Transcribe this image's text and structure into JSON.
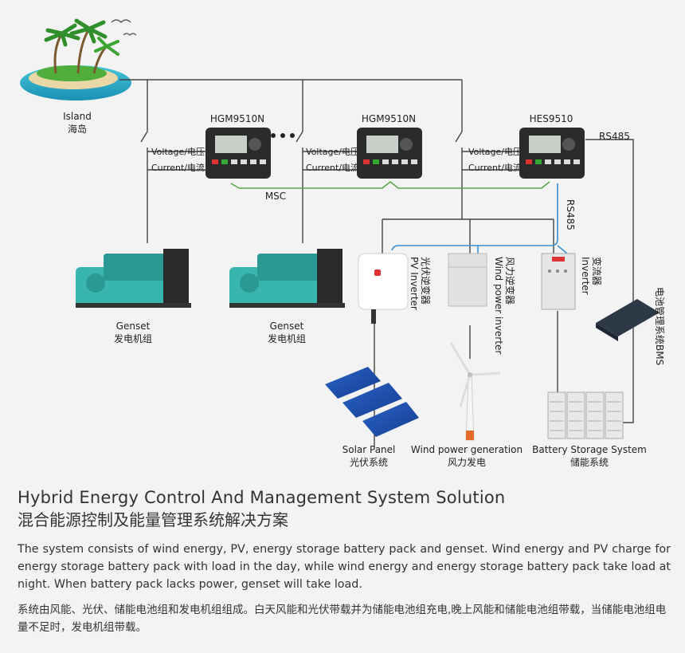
{
  "island": {
    "label_en": "Island",
    "label_cn": "海岛"
  },
  "controllers": [
    {
      "name": "HGM9510N",
      "voltage": "Voltage/电压",
      "current": "Current/电流"
    },
    {
      "name": "HGM9510N",
      "voltage": "Voltage/电压",
      "current": "Current/电流"
    },
    {
      "name": "HES9510",
      "voltage": "Voltage/电压",
      "current": "Current/电流"
    }
  ],
  "links": {
    "msc": "MSC",
    "rs485_a": "RS485",
    "rs485_b": "RS485"
  },
  "gensets": [
    {
      "label_en": "Genset",
      "label_cn": "发电机组"
    },
    {
      "label_en": "Genset",
      "label_cn": "发电机组"
    }
  ],
  "devices": {
    "pv_inverter": {
      "cn": "光伏逆变器",
      "en": "PV Inverter"
    },
    "wind_inverter": {
      "cn": "风力逆变器",
      "en": "Wind power inverter"
    },
    "inverter": {
      "cn": "变流器",
      "en": "Inverter"
    },
    "bms": {
      "cn": "电池管理系统BMS"
    }
  },
  "sources": {
    "solar": {
      "en": "Solar Panel",
      "cn": "光伏系统"
    },
    "wind": {
      "en": "Wind power generation",
      "cn": "风力发电"
    },
    "battery": {
      "en": "Battery Storage System",
      "cn": "储能系统"
    }
  },
  "heading": {
    "title_en": "Hybrid Energy Control And Management System Solution",
    "title_cn": "混合能源控制及能量管理系统解决方案"
  },
  "description": {
    "en": "The system consists of wind energy, PV, energy storage battery pack and genset. Wind energy and PV charge for energy storage battery pack with load in the day, while wind energy and energy storage battery pack take load at night. When battery pack lacks power, genset will take load.",
    "cn": "系统由风能、光伏、储能电池组和发电机组组成。白天风能和光伏带载并为储能电池组充电,晚上风能和储能电池组带载，当储能电池组电量不足时，发电机组带载。"
  },
  "colors": {
    "green_link": "#5aa84a",
    "blue_link": "#3a8fd0",
    "genset": "#39b5b0",
    "line": "#444444"
  }
}
